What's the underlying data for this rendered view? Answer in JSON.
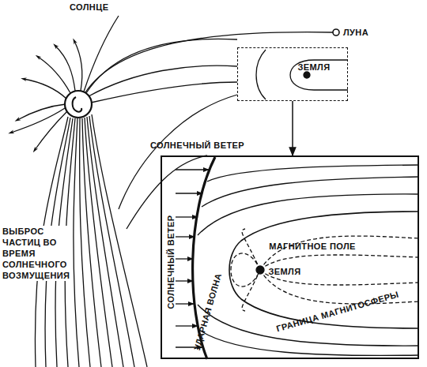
{
  "diagram": {
    "nodes": [
      {
        "text": [
          "ЗЕМЛЯ"
        ]
      },
      {
        "text": [
          "СОЛНЕЧНЫЙ ВЕТЕР",
          "УДАРНАЯ ВОЛНА",
          "МАГНИТНОЕ ПОЛЕ",
          "ЗЕМЛЯ",
          "ГРАНИЦА МАГНИТОСФЕРЫ"
        ]
      }
    ],
    "edges": [
      {
        "from": 0,
        "to": 1,
        "arrow": "to"
      }
    ],
    "labels": [
      "СОЛНЦЕ",
      "ЛУНА",
      "СОЛНЕЧНЫЙ ВЕТЕР",
      "ВЫБРОС ЧАСТИЦ ВО ВРЕМЯ СОЛНЕЧНОГО ВОЗМУЩЕНИЯ"
    ]
  }
}
